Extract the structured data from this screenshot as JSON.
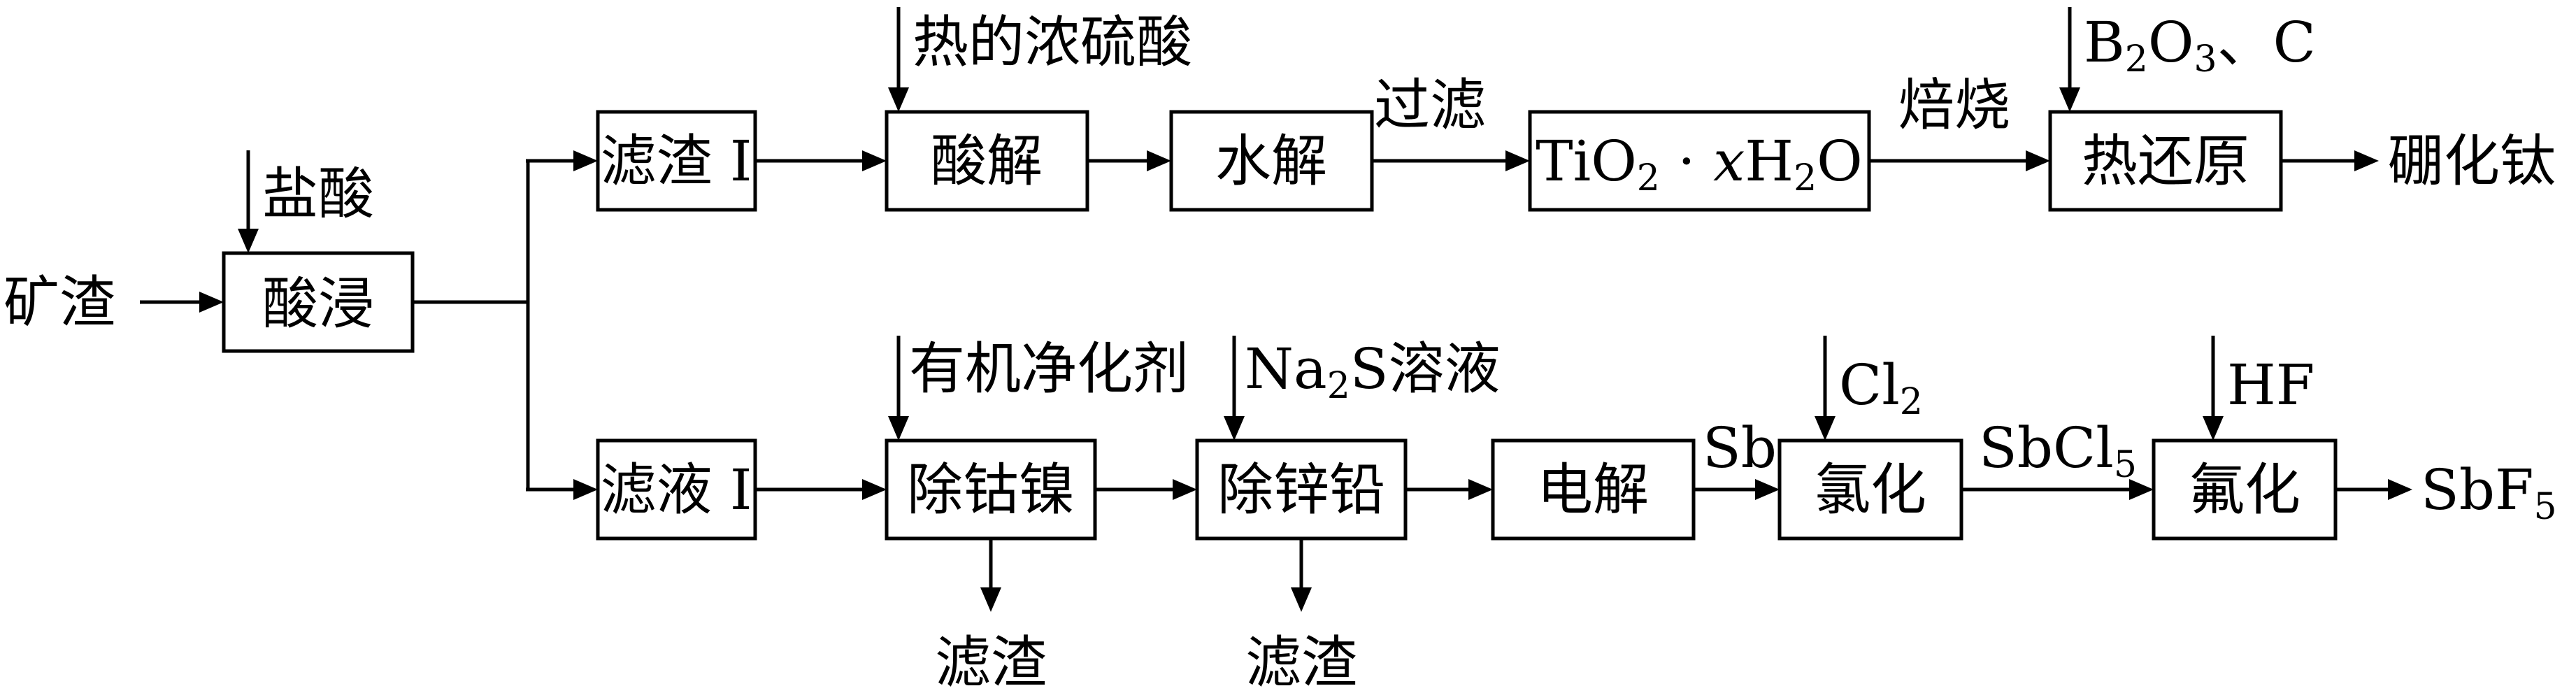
{
  "boxes": {
    "acid_leach": "酸浸",
    "residue_1": "滤渣 I",
    "acid_hydrolysis": "酸解",
    "hydrolysis": "水解",
    "tio2": {
      "main": "TiO",
      "sub2": "2",
      "mid": " · ",
      "x": "x",
      "h": "H",
      "sub3": "2",
      "o": "O"
    },
    "thermal_reduction": "热还原",
    "filtrate_1": "滤液 I",
    "remove_co_ni": "除钴镍",
    "remove_zn_pb": "除锌铅",
    "electrolysis": "电解",
    "chlorination": "氯化",
    "fluorination": "氟化"
  },
  "labels": {
    "ore_slag": "矿渣",
    "hydrochloric_acid": "盐酸",
    "hot_conc_h2so4": "热的浓硫酸",
    "filtration": "过滤",
    "calcination": "焙烧",
    "b2o3_c": {
      "b": "B",
      "s1": "2",
      "o": "O",
      "s2": "3",
      "rest": "、C"
    },
    "titanium_boride": "硼化钛",
    "organic_purifier": "有机净化剂",
    "na2s_solution": {
      "na": "Na",
      "s1": "2",
      "rest": "S溶液"
    },
    "residue_a": "滤渣",
    "residue_b": "滤渣",
    "sb": "Sb",
    "cl2": {
      "cl": "Cl",
      "s1": "2"
    },
    "sbcl5": {
      "main": "SbCl",
      "s1": "5"
    },
    "hf": "HF",
    "sbf5": {
      "main": "SbF",
      "s1": "5"
    }
  }
}
